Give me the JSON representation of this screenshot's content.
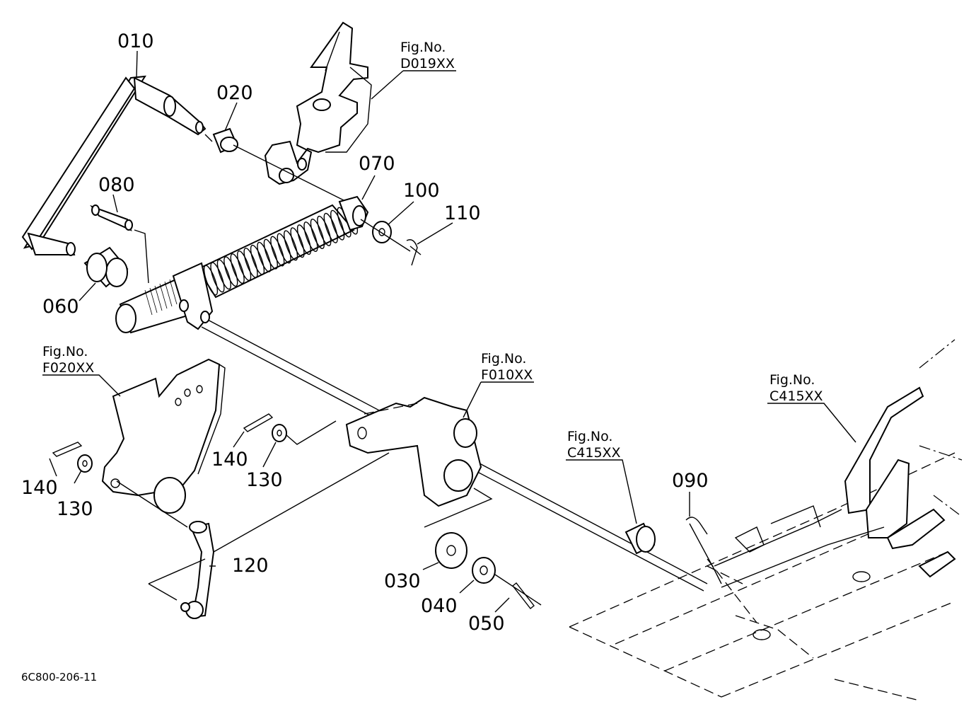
{
  "labels": {
    "p010": "010",
    "p020": "020",
    "p030": "030",
    "p040": "040",
    "p050": "050",
    "p060": "060",
    "p070": "070",
    "p080": "080",
    "p090": "090",
    "p100": "100",
    "p110": "110",
    "p120": "120",
    "p130a": "130",
    "p130b": "130",
    "p140a": "140",
    "p140b": "140"
  },
  "figrefs": {
    "d019": {
      "prefix": "Fig.No.",
      "code": "D019XX"
    },
    "f020": {
      "prefix": "Fig.No.",
      "code": "F020XX"
    },
    "f010": {
      "prefix": "Fig.No.",
      "code": "F010XX"
    },
    "c415a": {
      "prefix": "Fig.No.",
      "code": "C415XX"
    },
    "c415b": {
      "prefix": "Fig.No.",
      "code": "C415XX"
    }
  },
  "drawing_code": "6C800-206-11"
}
